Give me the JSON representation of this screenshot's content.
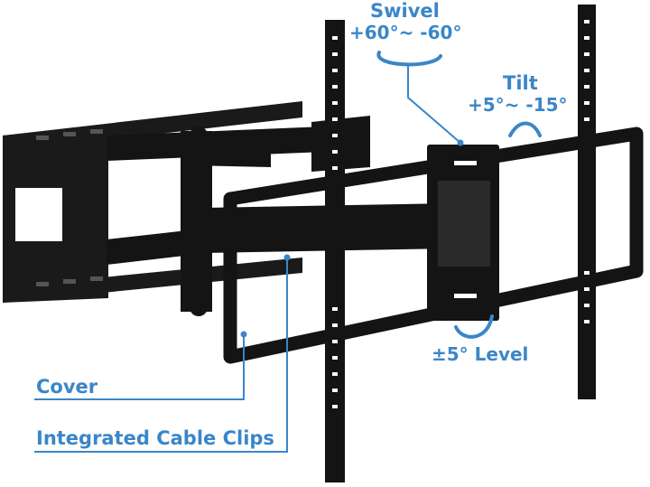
{
  "labels": {
    "swivel": "Swivel",
    "swivel_range": "+60°~ -60°",
    "tilt": "Tilt",
    "tilt_range": "+5°~ -15°",
    "level": "±5° Level",
    "cover": "Cover",
    "cable_clips": "Integrated Cable Clips"
  },
  "colors": {
    "accent": "#3a86c8",
    "metal": "#141414",
    "metal_highlight": "#3a3a3a",
    "background": "#ffffff"
  }
}
